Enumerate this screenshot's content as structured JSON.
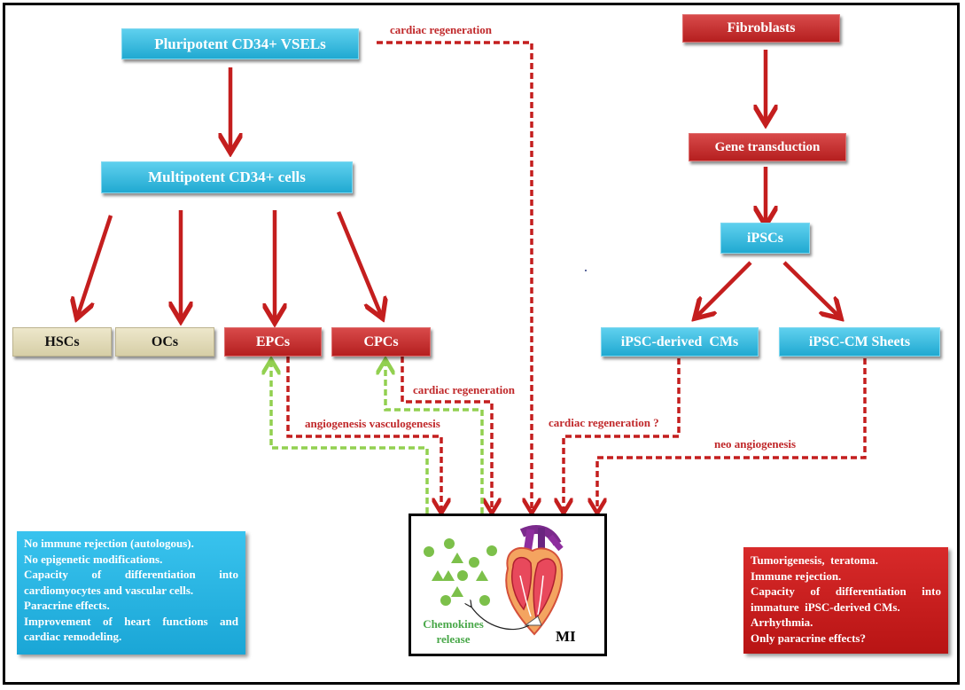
{
  "boxes": {
    "vsels": "Pluripotent CD34+ VSELs",
    "multipotent": "Multipotent CD34+ cells",
    "hscs": "HSCs",
    "ocs": "OCs",
    "epcs": "EPCs",
    "cpcs": "CPCs",
    "fibroblasts": "Fibroblasts",
    "gene_transduction": "Gene transduction",
    "ipscs": "iPSCs",
    "ipsc_cms": "iPSC-derived  CMs",
    "ipsc_cm_sheets": "iPSC-CM Sheets"
  },
  "labels": {
    "cardiac_regeneration_top": "cardiac regeneration",
    "cardiac_regeneration_cpc": "cardiac regeneration",
    "angiogenesis": "angiogenesis vasculogenesis",
    "cardiac_regeneration_q": "cardiac regeneration ?",
    "neo_angiogenesis": "neo angiogenesis"
  },
  "mi": {
    "chemokines_line1": "Chemokines",
    "chemokines_line2": "release",
    "mi_label": "MI"
  },
  "left_panel": [
    "No immune  rejection (autologous).",
    "No epigenetic modifications.",
    [
      "Capacity",
      "of",
      "differentiation",
      "into"
    ],
    "cardiomyocytes and vascular cells.",
    "Paracrine effects.",
    [
      "Improvement",
      "of",
      "heart",
      "functions",
      "and"
    ],
    "cardiac remodeling."
  ],
  "right_panel": [
    "Tumorigenesis,  teratoma.",
    "Immune rejection.",
    [
      "Capacity",
      "of",
      "differentiation",
      "into"
    ],
    "immature  iPSC-derived CMs.",
    "Arrhythmia.",
    "Only paracrine effects?"
  ],
  "colors": {
    "red_arrow": "#c41e1e",
    "green_arrow": "#92d050",
    "blue_box": "#29b5de",
    "red_box": "#c12a2a",
    "tan_box": "#e2dbb8",
    "chemokine_green": "#7cc04a"
  }
}
